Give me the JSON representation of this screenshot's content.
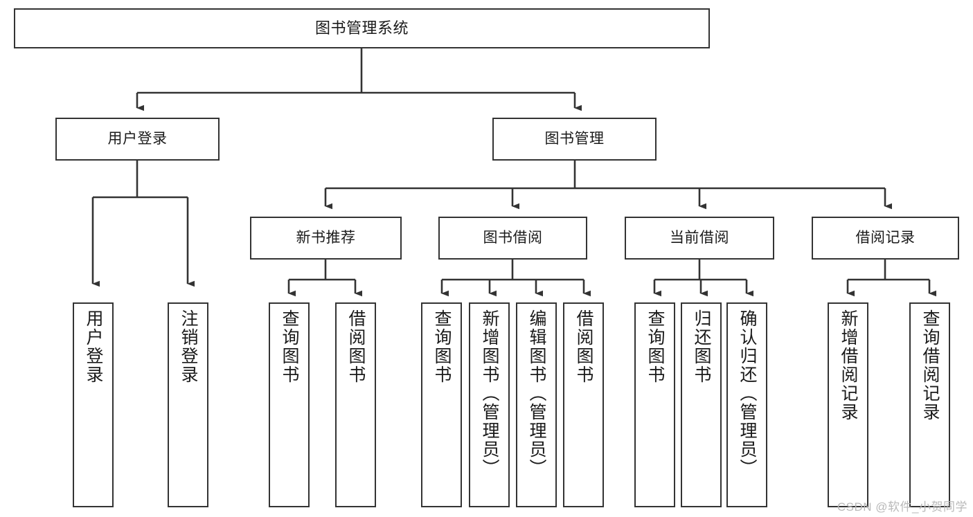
{
  "diagram": {
    "type": "tree-hierarchy",
    "title": "图书管理系统",
    "orientation": "top-down",
    "colors": {
      "box_border": "#333333",
      "box_fill": "#ffffff",
      "edge": "#333333",
      "text": "#1a1a1a",
      "watermark": "#b9b9b9"
    },
    "root": {
      "label": "图书管理系统"
    },
    "level1": [
      {
        "label": "用户登录"
      },
      {
        "label": "图书管理"
      }
    ],
    "level2": [
      {
        "label": "新书推荐"
      },
      {
        "label": "图书借阅"
      },
      {
        "label": "当前借阅"
      },
      {
        "label": "借阅记录"
      }
    ],
    "leaves": {
      "user_login": [
        {
          "label": "用户登录"
        },
        {
          "label": "注销登录"
        }
      ],
      "new_book_recommend": [
        {
          "label": "查询图书"
        },
        {
          "label": "借阅图书"
        }
      ],
      "book_borrow": [
        {
          "label": "查询图书"
        },
        {
          "label": "新增图书（管理员）"
        },
        {
          "label": "编辑图书（管理员）"
        },
        {
          "label": "借阅图书"
        }
      ],
      "current_borrow": [
        {
          "label": "查询图书"
        },
        {
          "label": "归还图书"
        },
        {
          "label": "确认归还（管理员）"
        }
      ],
      "borrow_record": [
        {
          "label": "新增借阅记录"
        },
        {
          "label": "查询借阅记录"
        }
      ]
    }
  },
  "watermark": {
    "text": "CSDN @软件_小贺同学"
  }
}
